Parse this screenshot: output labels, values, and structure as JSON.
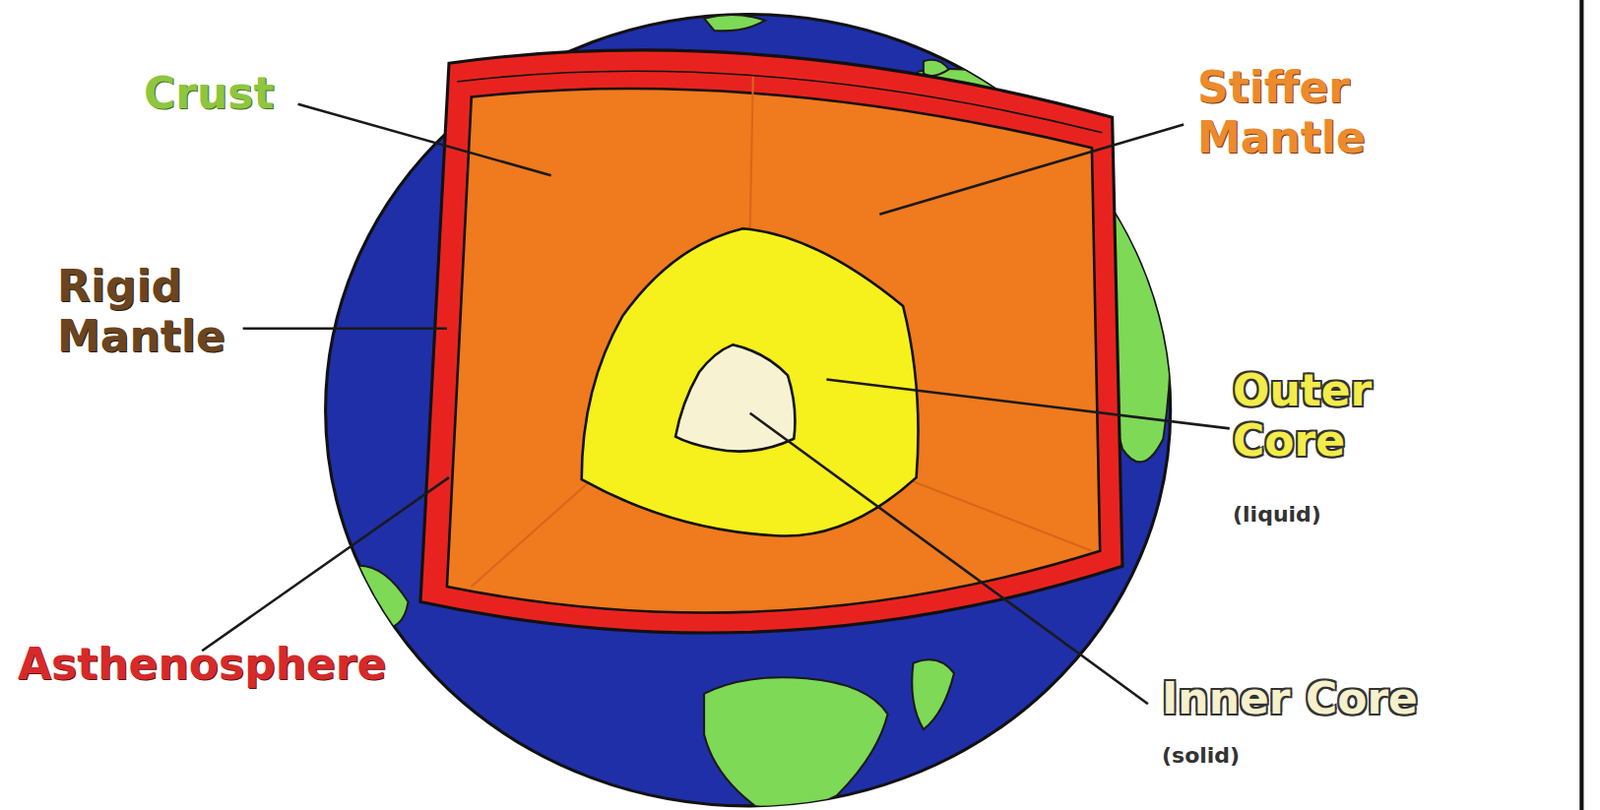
{
  "diagram": {
    "labels": [
      "Crust",
      "Stiffer Mantle",
      "Rigid Mantle",
      "Outer Core",
      "(liquid)",
      "Inner Core",
      "(solid)",
      "Asthenosphere"
    ]
  }
}
